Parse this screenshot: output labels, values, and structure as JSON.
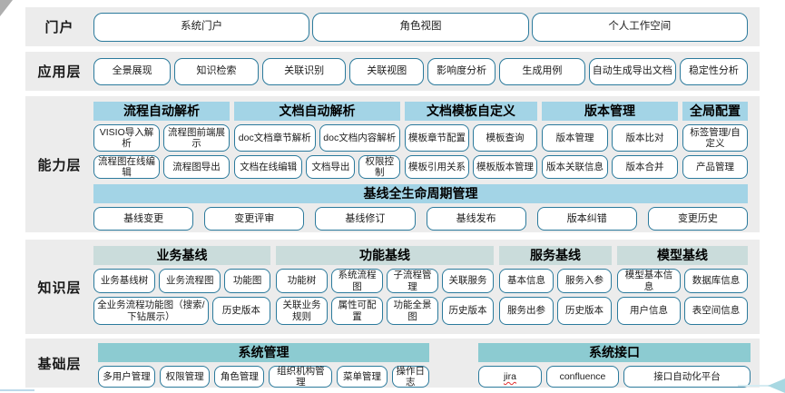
{
  "portal": {
    "label": "门户",
    "items": [
      "系统门户",
      "角色视图",
      "个人工作空间"
    ]
  },
  "application": {
    "label": "应用层",
    "items": [
      "全景展现",
      "知识检索",
      "关联识别",
      "关联视图",
      "影响度分析",
      "生成用例",
      "自动生成导出文档",
      "稳定性分析"
    ]
  },
  "capability": {
    "label": "能力层",
    "groups": [
      {
        "title": "流程自动解析",
        "row1": [
          "VISIO导入解析",
          "流程图前端展示"
        ],
        "row2": [
          "流程图在线编辑",
          "流程图导出"
        ]
      },
      {
        "title": "文档自动解析",
        "row1": [
          "doc文档章节解析",
          "doc文档内容解析"
        ],
        "row2": [
          "文档在线编辑",
          "文档导出",
          "权限控制"
        ]
      },
      {
        "title": "文档模板自定义",
        "row1": [
          "模板章节配置",
          "模板查询"
        ],
        "row2": [
          "模板引用关系",
          "模板版本管理"
        ]
      },
      {
        "title": "版本管理",
        "row1": [
          "版本管理",
          "版本比对"
        ],
        "row2": [
          "版本关联信息",
          "版本合并"
        ]
      },
      {
        "title": "全局配置",
        "row1": [
          "标签管理/自定义"
        ],
        "row2": [
          "产品管理"
        ]
      }
    ],
    "lifecycle": {
      "title": "基线全生命周期管理",
      "items": [
        "基线变更",
        "变更评审",
        "基线修订",
        "基线发布",
        "版本纠错",
        "变更历史"
      ]
    }
  },
  "knowledge": {
    "label": "知识层",
    "groups": [
      {
        "title": "业务基线",
        "row1": [
          "业务基线树",
          "业务流程图",
          "功能图"
        ],
        "row2": [
          "全业务流程功能图（搜索/下钻展示）",
          "历史版本"
        ]
      },
      {
        "title": "功能基线",
        "row1": [
          "功能树",
          "系统流程图",
          "子流程管理",
          "关联服务"
        ],
        "row2": [
          "关联业务规则",
          "属性可配置",
          "功能全景图",
          "历史版本"
        ]
      },
      {
        "title": "服务基线",
        "row1": [
          "基本信息",
          "服务入参"
        ],
        "row2": [
          "服务出参",
          "历史版本"
        ]
      },
      {
        "title": "模型基线",
        "row1": [
          "模型基本信息",
          "数据库信息"
        ],
        "row2": [
          "用户信息",
          "表空间信息"
        ]
      }
    ]
  },
  "foundation": {
    "label": "基础层",
    "groups": [
      {
        "title": "系统管理",
        "items": [
          "多用户管理",
          "权限管理",
          "角色管理",
          "组织机构管理",
          "菜单管理",
          "操作日志"
        ]
      },
      {
        "title": "系统接口",
        "items": [
          "jira",
          "confluence",
          "接口自动化平台"
        ]
      }
    ]
  },
  "colors": {
    "band_bg": "#ececec",
    "button_border": "#2b7a9c",
    "capability_header_bg": "#a3d4e6",
    "knowledge_header_bg": "#cadcdb",
    "foundation_header_bg": "#8ccbd1",
    "jira_underline": "#e03030"
  }
}
